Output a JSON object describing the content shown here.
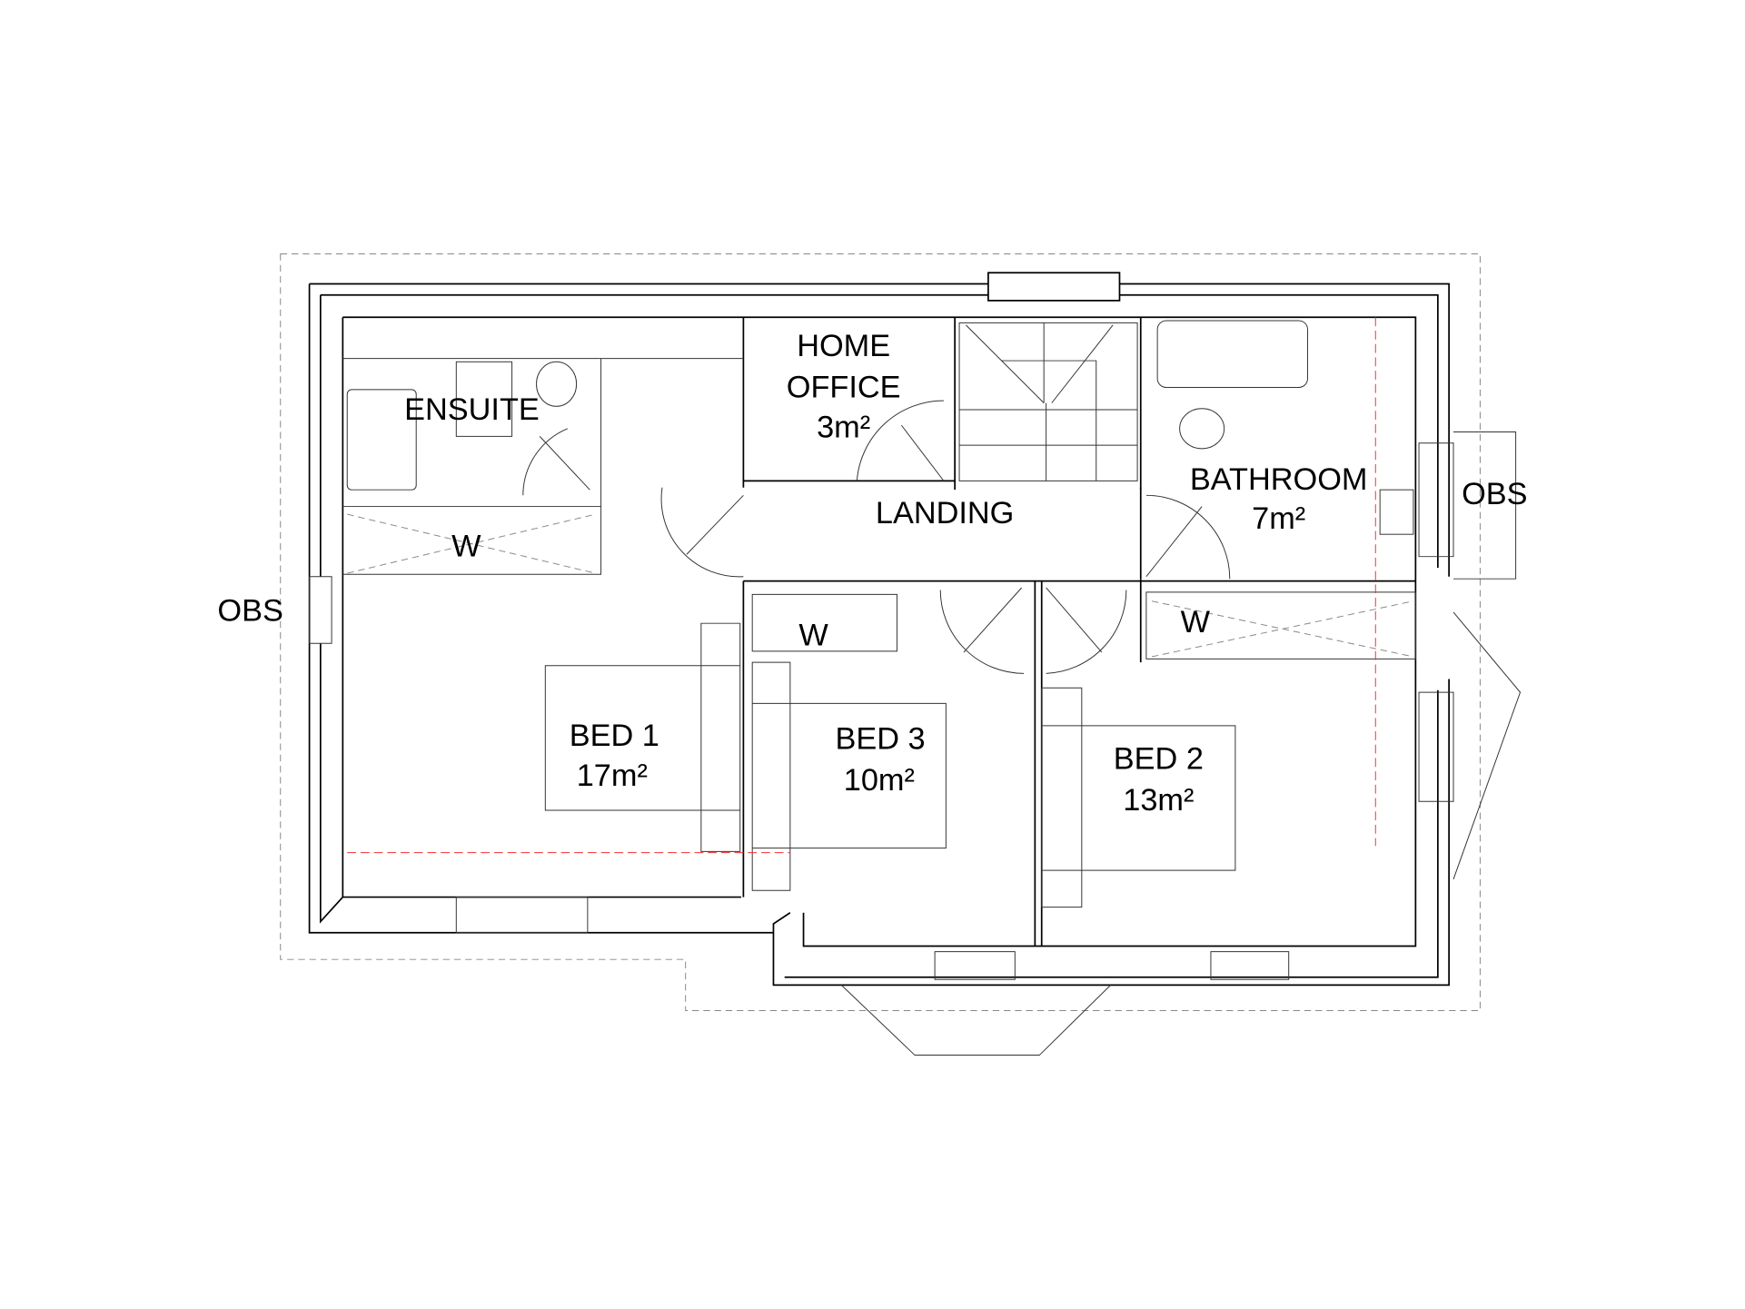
{
  "plan": {
    "rooms": [
      {
        "id": "ensuite",
        "name": "ENSUITE",
        "area": ""
      },
      {
        "id": "home-office",
        "name": "HOME",
        "name2": "OFFICE",
        "area": "3m²"
      },
      {
        "id": "landing",
        "name": "LANDING",
        "area": ""
      },
      {
        "id": "bathroom",
        "name": "BATHROOM",
        "area": "7m²"
      },
      {
        "id": "bed1",
        "name": "BED 1",
        "area": "17m²"
      },
      {
        "id": "bed3",
        "name": "BED 3",
        "area": "10m²"
      },
      {
        "id": "bed2",
        "name": "BED 2",
        "area": "13m²"
      }
    ],
    "wardrobes": [
      "W",
      "W",
      "W"
    ],
    "obscured": [
      "OBS",
      "OBS"
    ],
    "colors": {
      "wall": "#000000",
      "guide": "#e33333",
      "dashed": "#888888"
    }
  }
}
